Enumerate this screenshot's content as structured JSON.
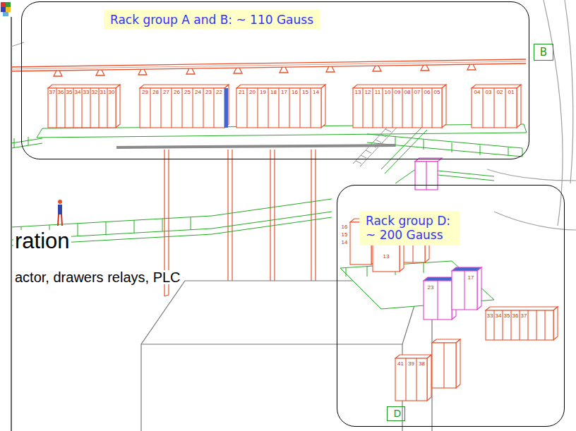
{
  "diagram": {
    "nodes": [
      {
        "text": [
          "Rack group A and B: ~ 110 Gauss"
        ]
      },
      {
        "text": [
          "Rack group D: ~ 200 Gauss"
        ]
      },
      {
        "text": [
          "B"
        ]
      },
      {
        "text": [
          "D"
        ],
        "in": 1
      }
    ],
    "labels": [
      "ration",
      "actor, drawers relays, PLC",
      "37",
      "36",
      "35",
      "34",
      "33",
      "32",
      "31",
      "30",
      "29",
      "28",
      "27",
      "26",
      "25",
      "24",
      "23",
      "22",
      "21",
      "20",
      "19",
      "18",
      "17",
      "16",
      "15",
      "14",
      "13",
      "12",
      "11",
      "10",
      "09",
      "08",
      "07",
      "06",
      "05",
      "04",
      "03",
      "02",
      "01",
      "16",
      "15",
      "14",
      "13",
      "23",
      "17",
      "33",
      "34",
      "35",
      "36",
      "37",
      "41",
      "39",
      "38"
    ]
  }
}
